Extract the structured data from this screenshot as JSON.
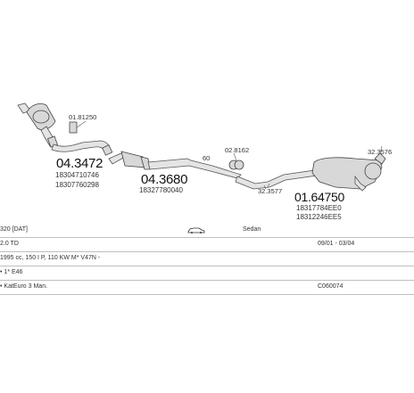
{
  "parts": {
    "p1": {
      "number": "04.3472",
      "refs": [
        "18304710746",
        "18307760298"
      ]
    },
    "p2": {
      "number": "04.3680",
      "refs": [
        "18327780040"
      ]
    },
    "p3": {
      "number": "01.64750",
      "refs": [
        "18317784EE0",
        "18312246EE5"
      ]
    },
    "small": {
      "a": "01.81250",
      "b": "02.8162",
      "c": "32.3576",
      "d": "32.3577",
      "e": "60"
    }
  },
  "info_rows": {
    "r1": {
      "model": "320 [DAT]",
      "body": "Sedan"
    },
    "r2": {
      "model": "2.0 TD",
      "years": "09/01 - 03/04"
    },
    "r3": {
      "engine": "1995 cc, 150 I P, 110 KW M* V47N -"
    },
    "r4": {
      "chassis": "• 1* E46"
    },
    "r5": {
      "cat": "• KatEuro 3 Man.",
      "code": "C060074"
    }
  },
  "icons": {
    "body_icon": "car-sedan-icon"
  }
}
